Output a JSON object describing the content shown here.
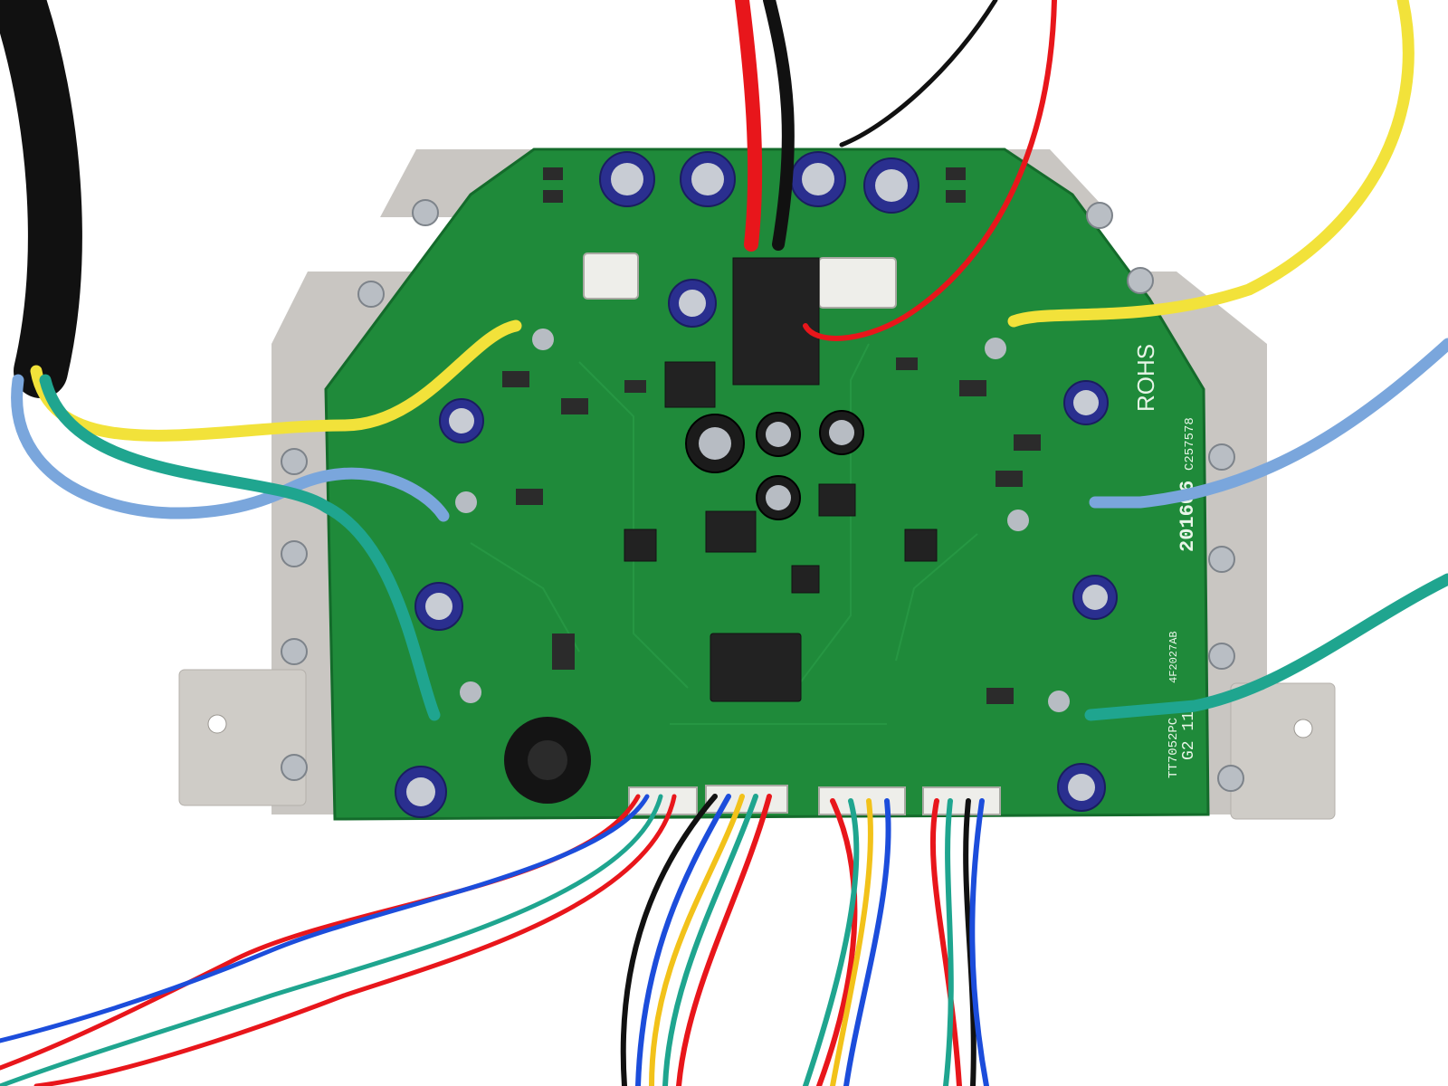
{
  "photo": {
    "subject": "hoverboard-motherboard",
    "colors": {
      "background": "#ffffff",
      "pcb": "#1f8a3a",
      "pcb_dark": "#146b2b",
      "heatsink": "#c9c6c2",
      "capacitor": "#2a2f8f",
      "wire_yellow": "#f2e23a",
      "wire_blue": "#7aa6dc",
      "wire_green": "#1fa58f",
      "wire_red": "#e8161b",
      "wire_black": "#111111"
    }
  },
  "board_markings": {
    "rohs": "ROHS",
    "date_code": "201606",
    "serial": "C257578",
    "model_code": "TT7052PC",
    "version": "G2 11",
    "rev": "4F2027AB"
  }
}
